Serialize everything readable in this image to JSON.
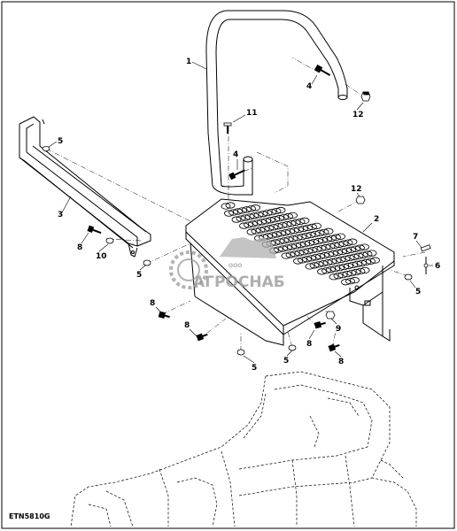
{
  "figure_id": "ETN5810G",
  "watermark": {
    "company": "АГРОСНАБ",
    "prefix": "ООО"
  },
  "callouts": {
    "c1": "1",
    "c2": "2",
    "c3": "3",
    "c4a": "4",
    "c4b": "4",
    "c5a": "5",
    "c5b": "5",
    "c5c": "5",
    "c5d": "5",
    "c5e": "5",
    "c6": "6",
    "c7": "7",
    "c8a": "8",
    "c8b": "8",
    "c8c": "8",
    "c8d": "8",
    "c8e": "8",
    "c9": "9",
    "c10": "10",
    "c11": "11",
    "c12a": "12",
    "c12b": "12"
  },
  "colors": {
    "line": "#000000",
    "watermark": "#9a9a9a",
    "faint": "#888888"
  }
}
